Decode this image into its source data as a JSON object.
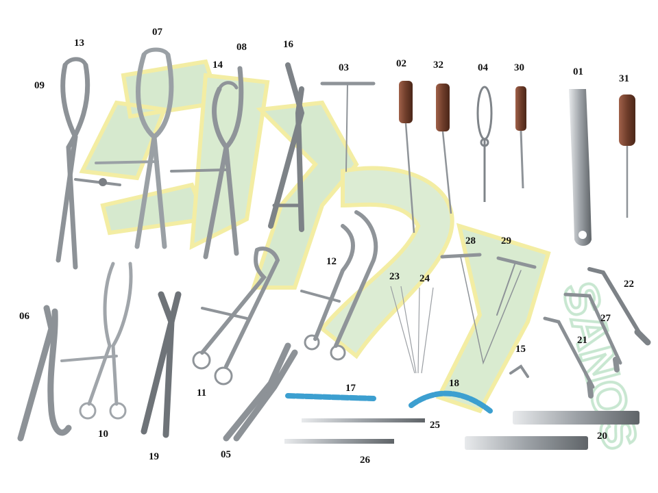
{
  "image": {
    "description_labels": [
      "09",
      "13",
      "07",
      "14",
      "08",
      "16",
      "03",
      "02",
      "32",
      "04",
      "30",
      "01",
      "31",
      "28",
      "29",
      "12",
      "23",
      "24",
      "22",
      "27",
      "21",
      "15",
      "06",
      "10",
      "19",
      "11",
      "05",
      "17",
      "18",
      "25",
      "26",
      "20"
    ],
    "watermark_text": "SANOS",
    "colors": {
      "background": "#ffffff",
      "steel": "#a9adb2",
      "steel_dark": "#6e7378",
      "wood_handle": "#7a4630",
      "blue_tube": "#3c9fd0",
      "watermark_fill": "#d9ebd0",
      "watermark_edge": "#f2ec9a"
    }
  }
}
